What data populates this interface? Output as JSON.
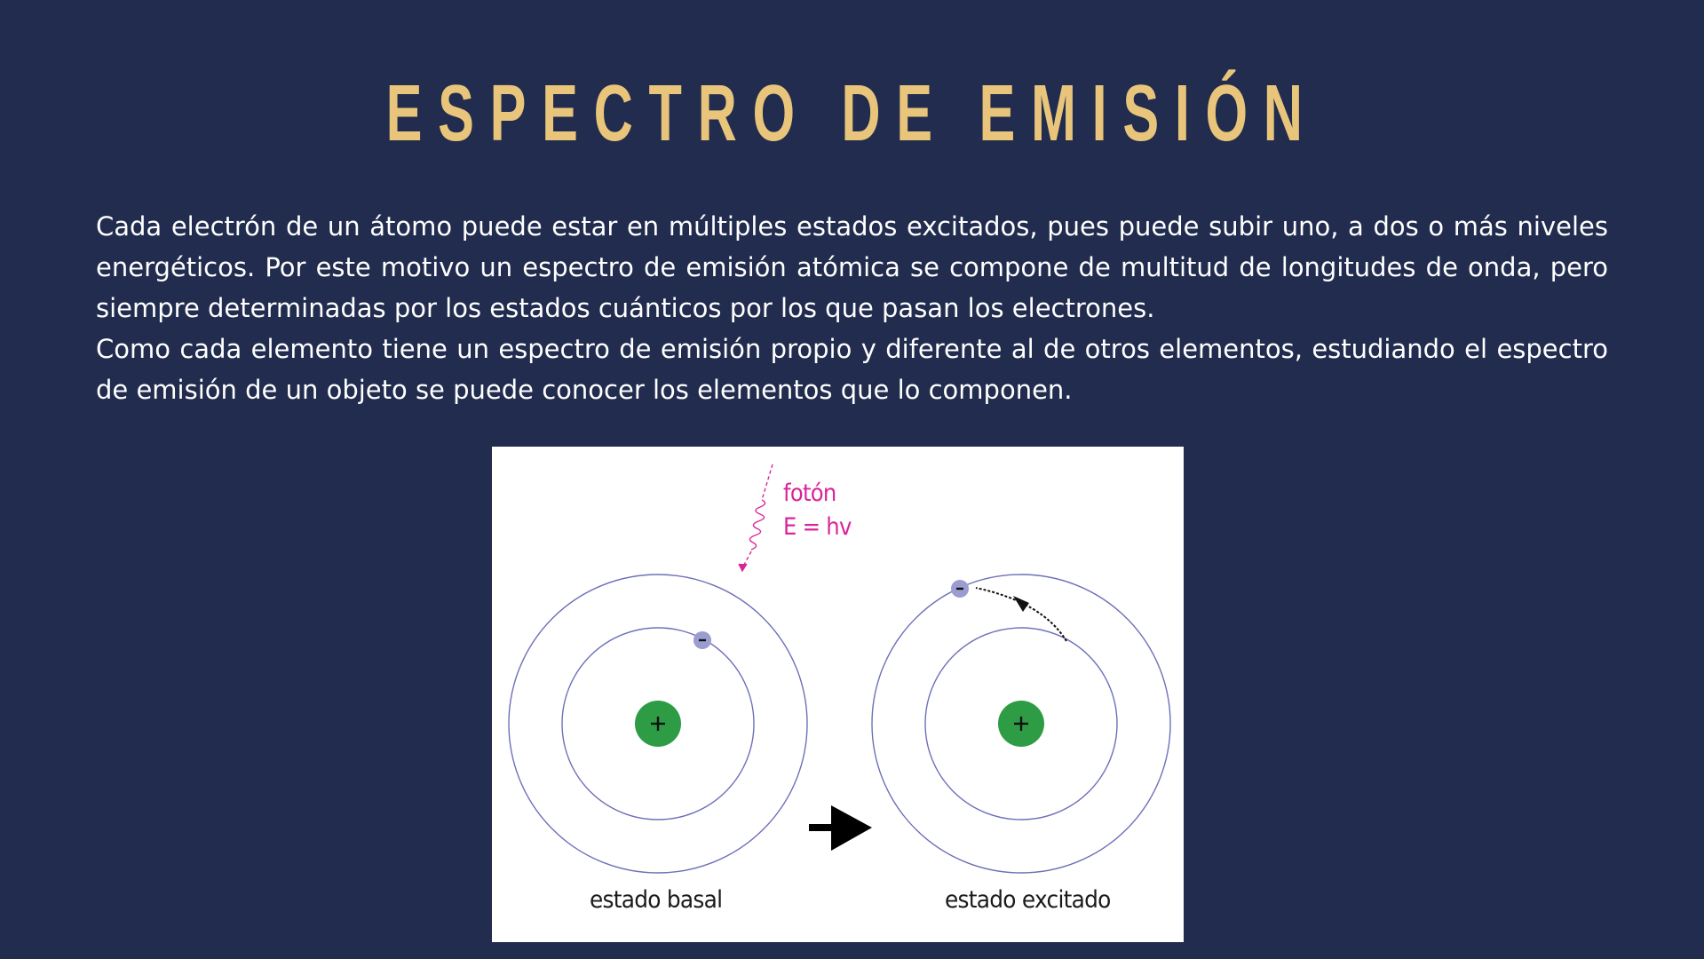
{
  "slide": {
    "title": "ESPECTRO DE EMISIÓN",
    "paragraphs": [
      "Cada electrón de un átomo puede estar en múltiples estados excitados, pues puede subir uno, a dos o más niveles energéticos. Por este motivo un espectro de emisión atómica se compone de multitud de longitudes de onda, pero siempre determinadas por los estados cuánticos por los que pasan los electrones.",
      "Como cada elemento tiene un espectro de emisión propio y diferente al de otros elementos, estudiando el espectro de emisión de un objeto se puede conocer los elementos que lo componen."
    ]
  },
  "figure": {
    "photon_label": "fotón",
    "photon_formula": "E = hv",
    "ground_state_label": "estado basal",
    "excited_state_label": "estado excitado",
    "nucleus_symbol": "+",
    "electron_symbol": "-",
    "colors": {
      "background": "#212c4e",
      "title": "#e8c57a",
      "photon": "#d9259a",
      "nucleus": "#2e9c45",
      "electron": "#9b9ccf",
      "orbit": "#6e70b8"
    }
  }
}
